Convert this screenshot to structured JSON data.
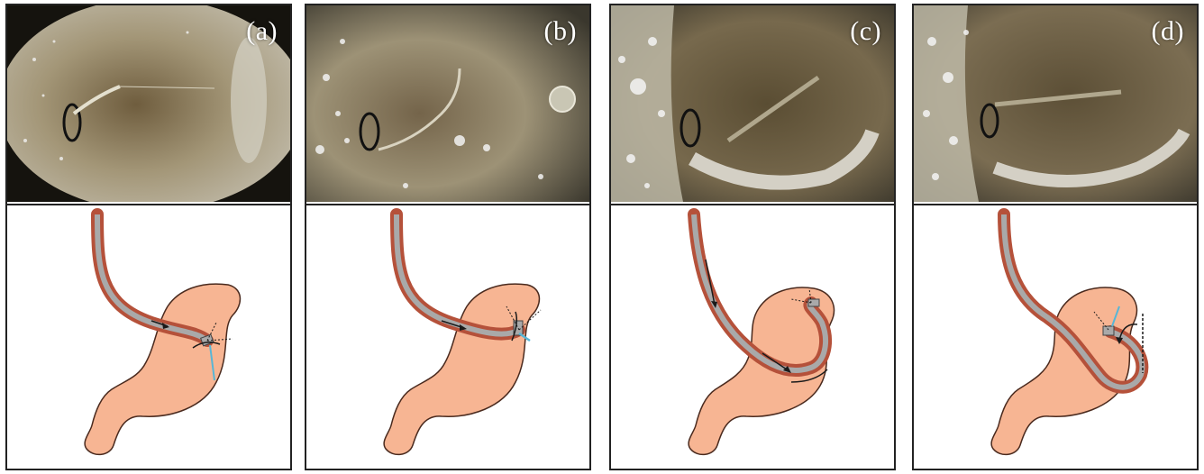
{
  "figure": {
    "panels": [
      {
        "label": "(a)"
      },
      {
        "label": "(b)"
      },
      {
        "label": "(c)"
      },
      {
        "label": "(d)"
      }
    ]
  },
  "colors": {
    "stomach_fill": "#f7b593",
    "stomach_stroke": "#4a2a1e",
    "esophagus": "#b5513a",
    "scope": "#a9a9a9",
    "arrow": "#1a1a1a",
    "tool_blue": "#58b6d6",
    "photo_mucosa": "#8a7d62",
    "photo_dark": "#1d1a14",
    "bubbles": "#f2f2f2"
  },
  "icons": [
    "stomach-illustration",
    "endoscope-shaft",
    "direction-arrow",
    "capsule-device",
    "tether-line"
  ]
}
